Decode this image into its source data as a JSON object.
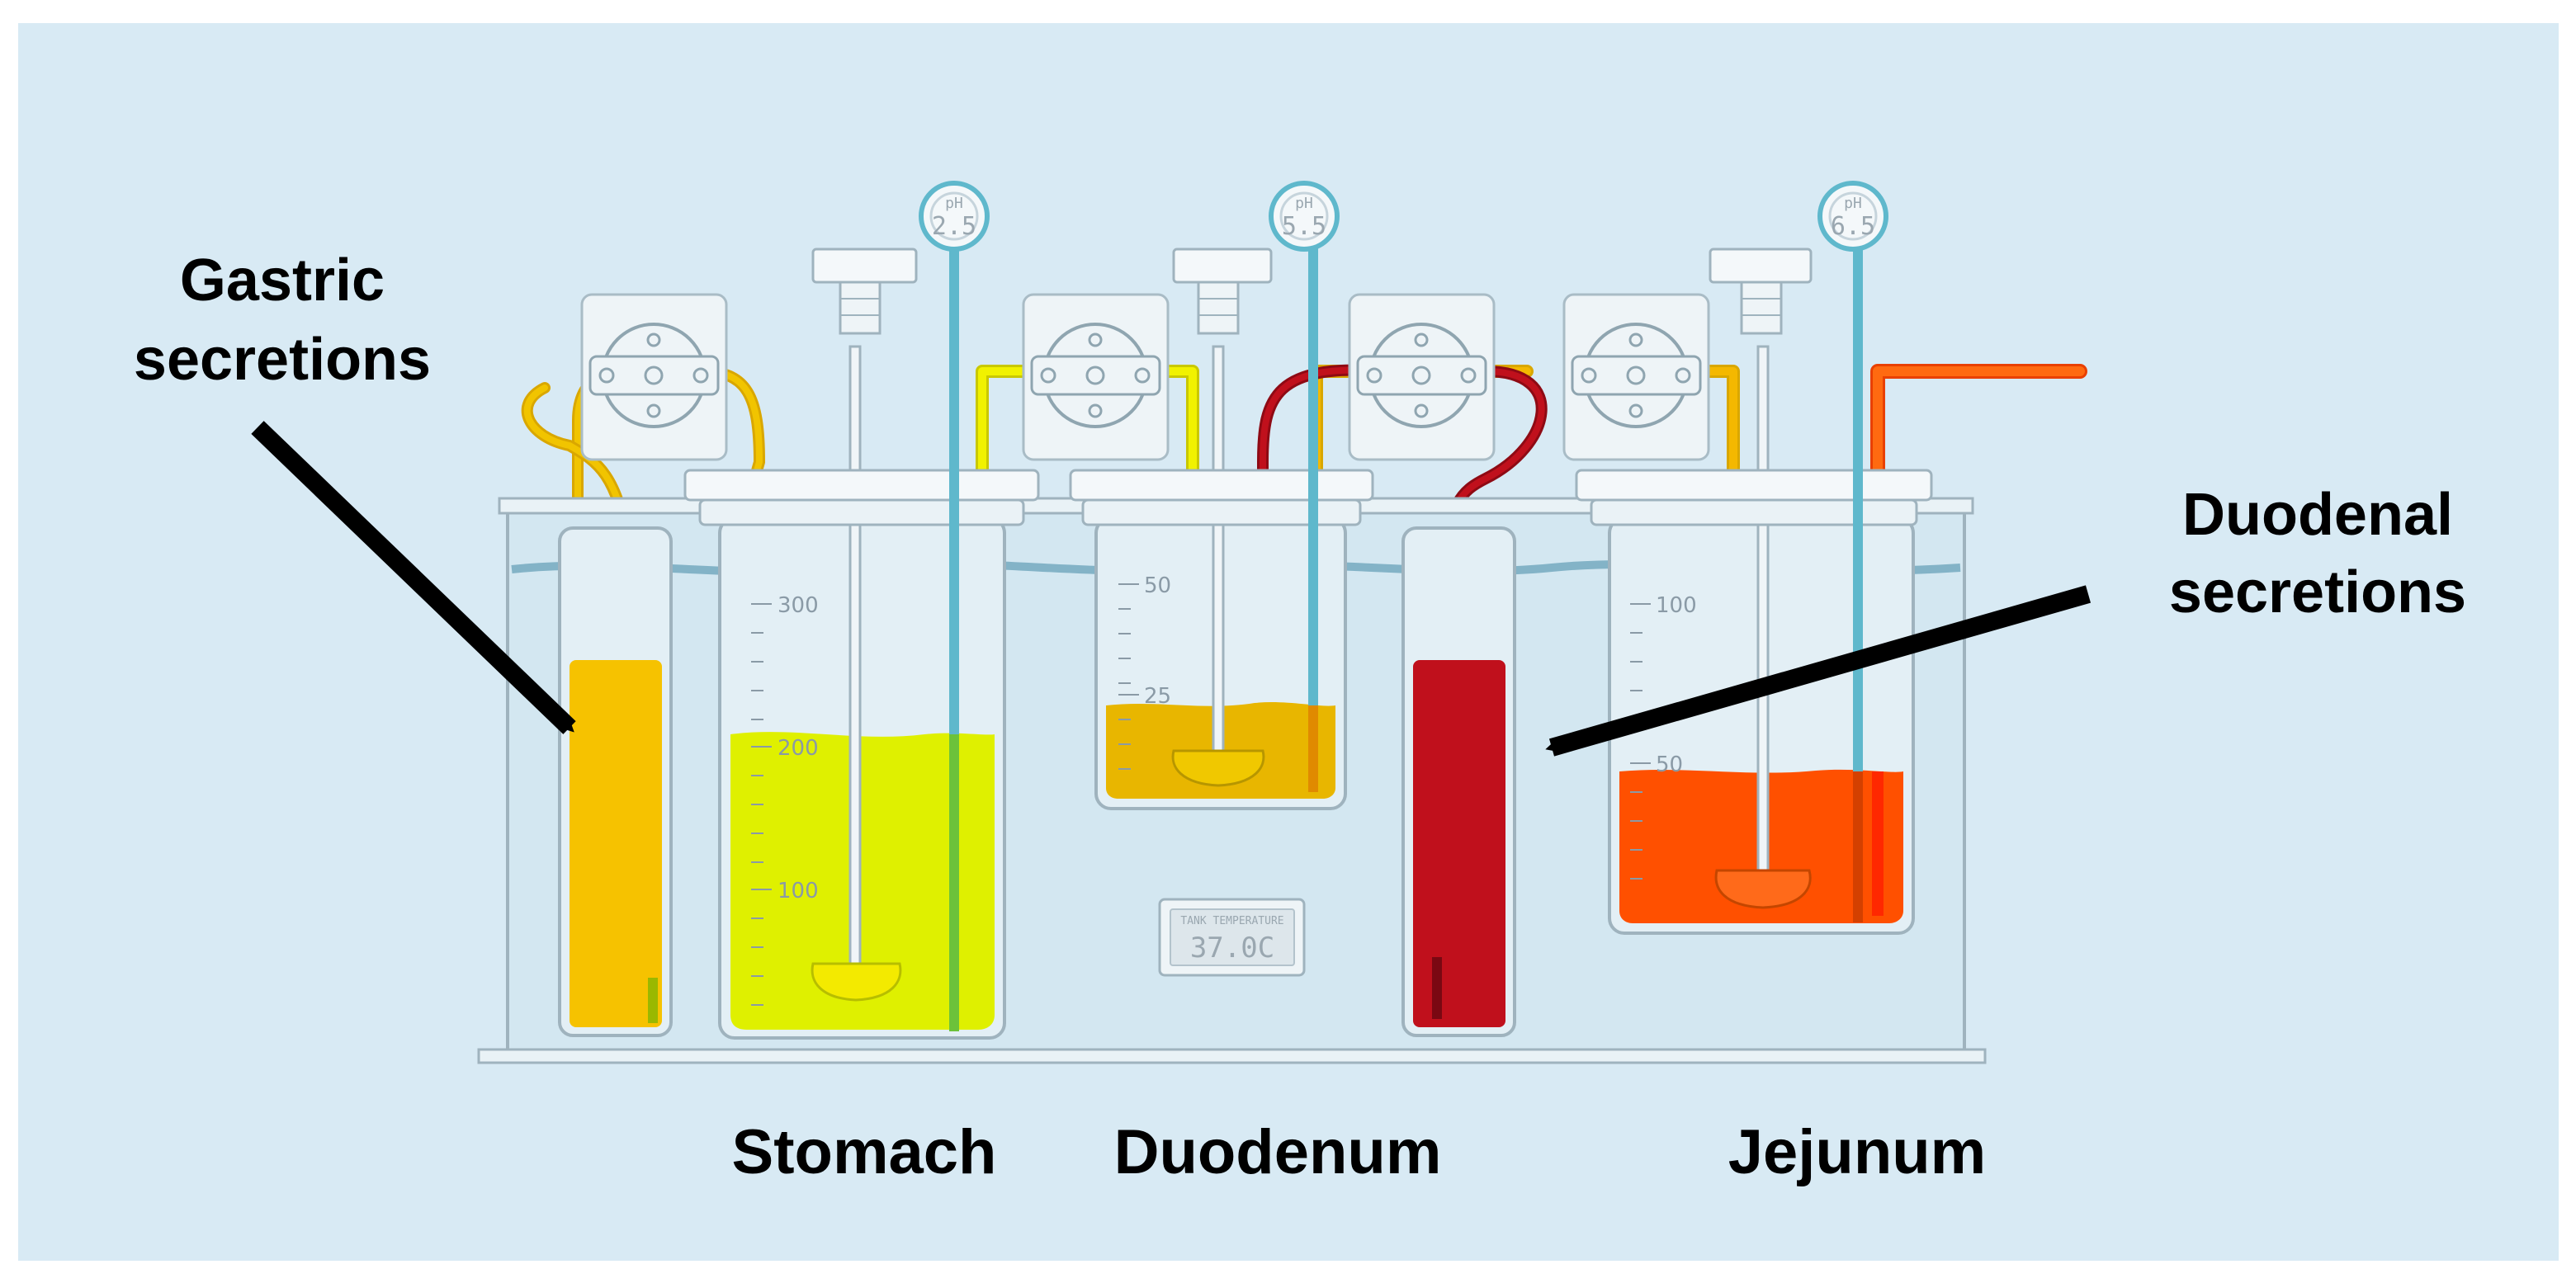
{
  "labels": {
    "gastric_line1": "Gastric",
    "gastric_line2": "secretions",
    "duodenal_line1": "Duodenal",
    "duodenal_line2": "secretions",
    "stomach": "Stomach",
    "duodenum": "Duodenum",
    "jejunum": "Jejunum"
  },
  "ph_meters": {
    "stomach": {
      "unit": "pH",
      "value": "2.5"
    },
    "duodenum": {
      "unit": "pH",
      "value": "5.5"
    },
    "jejunum": {
      "unit": "pH",
      "value": "6.5"
    }
  },
  "tank_display": {
    "caption": "TANK TEMPERATURE",
    "value": "37.0C"
  },
  "scales": {
    "stomach": [
      "300",
      "200",
      "100"
    ],
    "duodenum": [
      "50",
      "25"
    ],
    "jejunum": [
      "100",
      "50"
    ]
  },
  "colors": {
    "panel_background": "#d8eaf4",
    "gastric_fluid": "#f6c200",
    "stomach_fluid": "#dff000",
    "duodenum_fluid": "#e8b600",
    "duodenal_secretion": "#c0101c",
    "jejunum_fluid": "#ff5000",
    "ph_probe": "#5fb8cc",
    "arrow": "#000000"
  }
}
